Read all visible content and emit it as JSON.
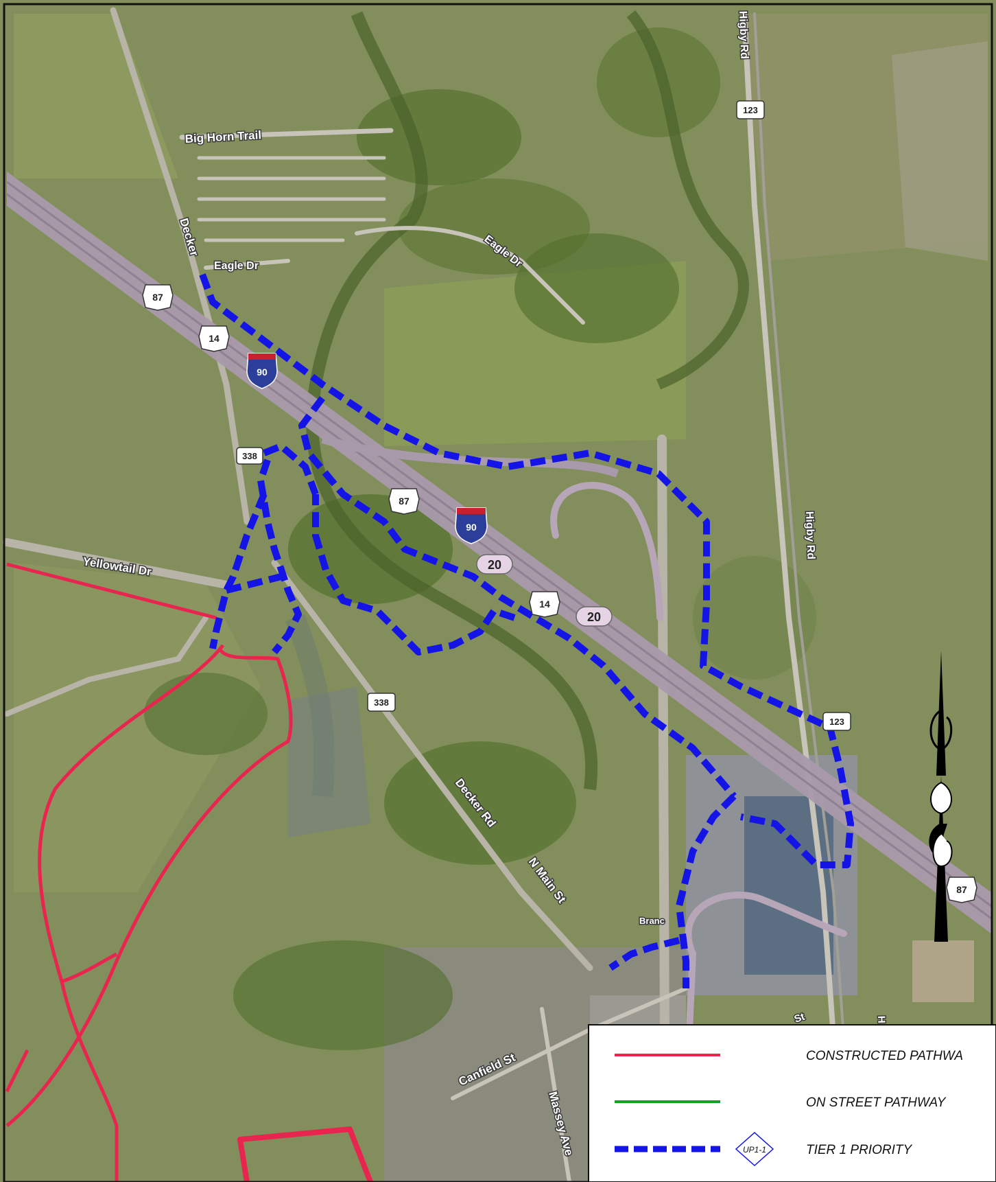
{
  "road_labels": {
    "big_horn_trail": "Big Horn Trail",
    "decker": "Decker",
    "eagle_dr_1": "Eagle Dr",
    "eagle_dr_2": "Eagle Dr",
    "yellowtail_dr": "Yellowtail Dr",
    "decker_rd": "Decker Rd",
    "n_main_st": "N Main St",
    "canfield_st": "Canfield St",
    "massey_ave": "Massey Ave",
    "higby_rd_top": "Higby Rd",
    "higby_rd_mid": "Higby Rd",
    "branch": "Branc",
    "st_partial": "St",
    "h_partial": "H"
  },
  "shields": {
    "us87_a": "87",
    "us14_a": "14",
    "i90_a": "90",
    "mt338_a": "338",
    "us87_b": "87",
    "i90_b": "90",
    "bl20_a": "20",
    "us14_b": "14",
    "bl20_b": "20",
    "mt338_b": "338",
    "mt123_a": "123",
    "mt123_b": "123",
    "us87_c": "87"
  },
  "legend": {
    "items": [
      {
        "label": "CONSTRUCTED PATHWA",
        "color": "#e8254f",
        "style": "solid"
      },
      {
        "label": "ON STREET PATHWAY",
        "color": "#1a9e2a",
        "style": "solid"
      },
      {
        "label": "TIER 1 PRIORITY",
        "color": "#1414e6",
        "style": "dashed",
        "marker": "UP1-1"
      }
    ]
  },
  "colors": {
    "constructed_pathway": "#e8254f",
    "on_street_pathway": "#1a9e2a",
    "tier1_priority": "#1414e6",
    "interstate": "#a89aaa",
    "aerial_base": "#7d8c54"
  }
}
